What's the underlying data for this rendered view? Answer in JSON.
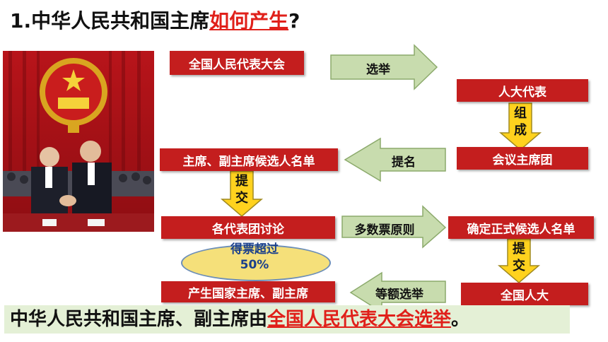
{
  "title": {
    "prefix": "1.中华人民共和国主席",
    "highlight": "如何产生",
    "suffix": "?"
  },
  "diagram": {
    "nodes": {
      "npc": "全国人民代表大会",
      "deputies": "人大代表",
      "presidium": "会议主席团",
      "candidate_list": "主席、副主席候选人名单",
      "delegation_discussion": "各代表团讨论",
      "final_candidate_list": "确定正式候选人名单",
      "plenary": "全国人大",
      "produce": "产生国家主席、副主席"
    },
    "edges": {
      "elect": "选举",
      "form_1": "组",
      "form_2": "成",
      "nominate": "提名",
      "submit_a_1": "提",
      "submit_a_2": "交",
      "majority": "多数票原则",
      "submit_b_1": "提",
      "submit_b_2": "交",
      "differential": "等额选举"
    },
    "note_line1": "得票超过",
    "note_line2": "50%"
  },
  "conclusion": {
    "prefix": "中华人民共和国主席、副主席由",
    "highlight": "全国人民代表大会选举",
    "suffix": "。"
  },
  "colors": {
    "box_red": "#c41e1e",
    "arrow_green": "#c8dcae",
    "arrow_yellow": "#ffd21e",
    "highlight_red": "#e0201a"
  }
}
